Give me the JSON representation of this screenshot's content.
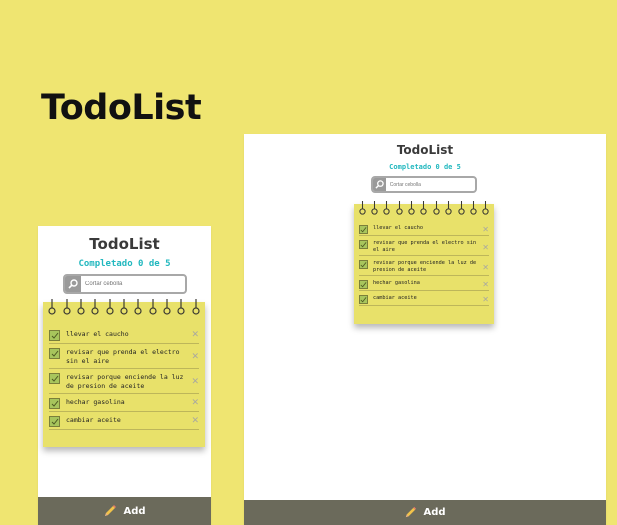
{
  "page": {
    "heading": "TodoList",
    "background": "#efe571"
  },
  "app": {
    "title": "TodoList",
    "status": "Completado 0 de 5",
    "search_placeholder": "Cortar cebolla",
    "add_label": "Add",
    "colors": {
      "accent": "#22b8bf",
      "notepad": "#e8e16a",
      "checkbox": "#a7c55c",
      "bottom_bar": "#6b6a5b"
    },
    "icons": [
      "search-icon",
      "spiral-ring-icon",
      "checkbox-icon",
      "delete-icon",
      "pencil-icon"
    ],
    "todos": [
      {
        "text": "llevar el caucho",
        "completed": false
      },
      {
        "text": "revisar que prenda el electro sin el aire",
        "completed": false
      },
      {
        "text": "revisar porque enciende la luz de presion de aceite",
        "completed": false
      },
      {
        "text": "hechar gasolina",
        "completed": false
      },
      {
        "text": "cambiar aceite",
        "completed": false
      }
    ]
  }
}
